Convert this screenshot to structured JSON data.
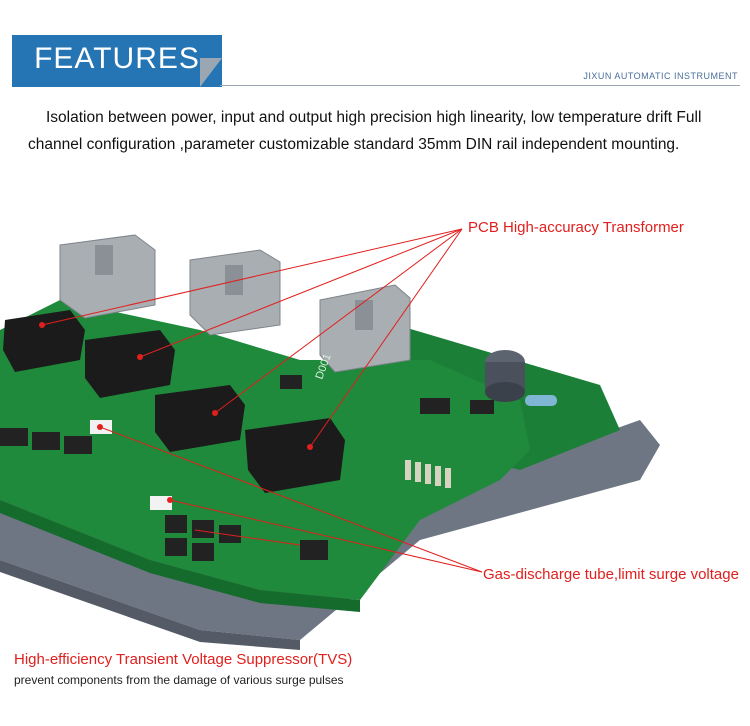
{
  "header": {
    "banner_title": "FEATURES",
    "brand": "JIXUN AUTOMATIC INSTRUMENT"
  },
  "intro": {
    "text": "Isolation  between  power, input and output high precision high linearity, low temperature drift Full channel configuration ,parameter customizable standard 35mm DIN rail independent mounting."
  },
  "callouts": {
    "transformer": "PCB High-accuracy Transformer",
    "gas_tube": "Gas-discharge tube,limit surge voltage",
    "tvs": "High-efficiency Transient Voltage Suppressor(TVS)",
    "tvs_sub": "prevent components from the damage of various surge pulses"
  },
  "board": {
    "silkscreen": "D001",
    "colors": {
      "pcb": "#1f8a3c",
      "pcb_dark": "#146b2c",
      "tray": "#6e7683",
      "component": "#1b1b1b",
      "connector": "#a9aeb3",
      "accent": "#e0201e",
      "banner": "#2574b3"
    }
  }
}
